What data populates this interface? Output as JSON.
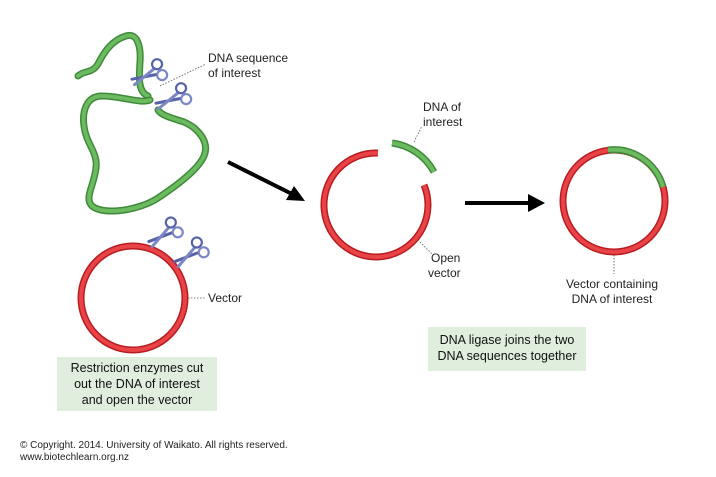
{
  "labels": {
    "dna_sequence_line1": "DNA sequence",
    "dna_sequence_line2": "of interest",
    "vector": "Vector",
    "dna_of_interest_line1": "DNA of",
    "dna_of_interest_line2": "interest",
    "open_vector_line1": "Open",
    "open_vector_line2": "vector",
    "vector_containing_line1": "Vector containing",
    "vector_containing_line2": "DNA of interest"
  },
  "captions": {
    "step1_line1": "Restriction enzymes cut",
    "step1_line2": "out the DNA of interest",
    "step1_line3": "and open the vector",
    "step2_line1": "DNA ligase joins the two",
    "step2_line2": "DNA sequences together"
  },
  "footer": {
    "copyright": "© Copyright. 2014. University of Waikato. All rights reserved.",
    "website": "www.biotechlearn.org.nz"
  },
  "colors": {
    "dna_green": "#5aa84f",
    "vector_red": "#e0252b",
    "scissors_blue": "#7b86c4",
    "caption_bg": "#dfeedd",
    "arrow": "#000000"
  }
}
